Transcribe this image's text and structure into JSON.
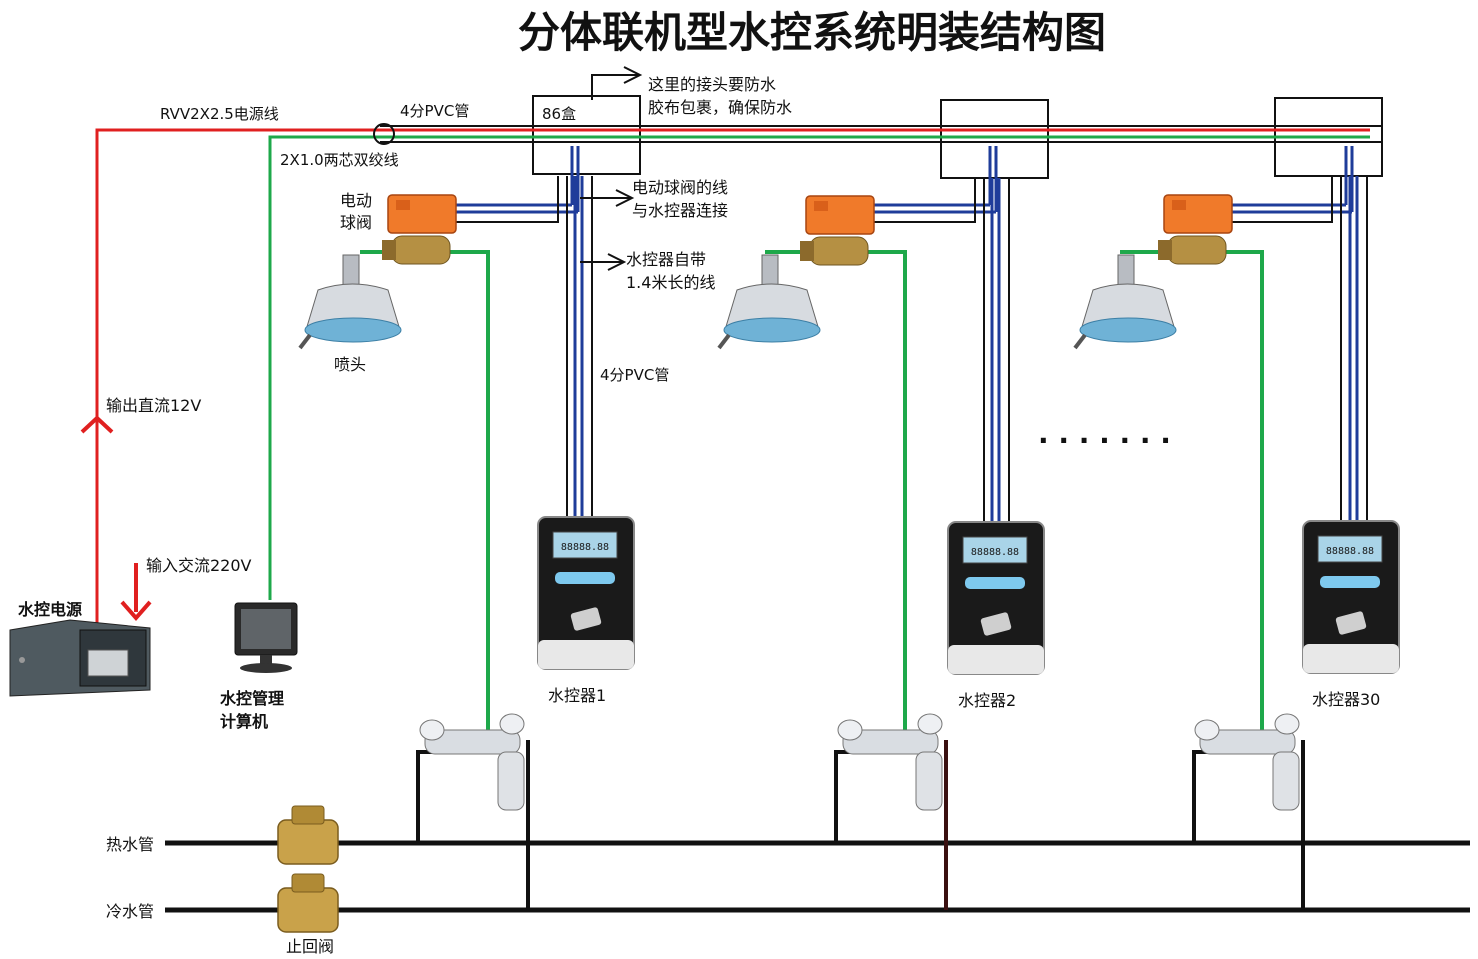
{
  "title": "分体联机型水控系统明装结构图",
  "labels": {
    "power_cable": "RVV2X2.5电源线",
    "pvc_top": "4分PVC管",
    "twisted_pair": "2X1.0两芯双绞线",
    "box86": "86盒",
    "waterproof_note_1": "这里的接头要防水",
    "waterproof_note_2": "胶布包裹，确保防水",
    "valve_wire_1": "电动球阀的线",
    "valve_wire_2": "与水控器连接",
    "controller_wire_1": "水控器自带",
    "controller_wire_2": "1.4米长的线",
    "pvc_vertical": "4分PVC管",
    "electric_valve_1": "电动",
    "electric_valve_2": "球阀",
    "shower_head": "喷头",
    "output_dc": "输出直流12V",
    "input_ac": "输入交流220V",
    "power_supply": "水控电源",
    "computer_1": "水控管理",
    "computer_2": "计算机",
    "hot_pipe": "热水管",
    "cold_pipe": "冷水管",
    "check_valve": "止回阀",
    "ellipsis": "· · · · · · ·"
  },
  "controllers": [
    {
      "label": "水控器1",
      "lcd": "88888.88"
    },
    {
      "label": "水控器2",
      "lcd": "88888.88"
    },
    {
      "label": "水控器30",
      "lcd": "88888.88"
    }
  ],
  "colors": {
    "power_line": "#e02020",
    "signal_line": "#1ea84a",
    "blue_wire": "#1f3c9a",
    "pipe": "#111111",
    "valve_orange": "#f07a2a",
    "brass": "#c9a24a"
  }
}
